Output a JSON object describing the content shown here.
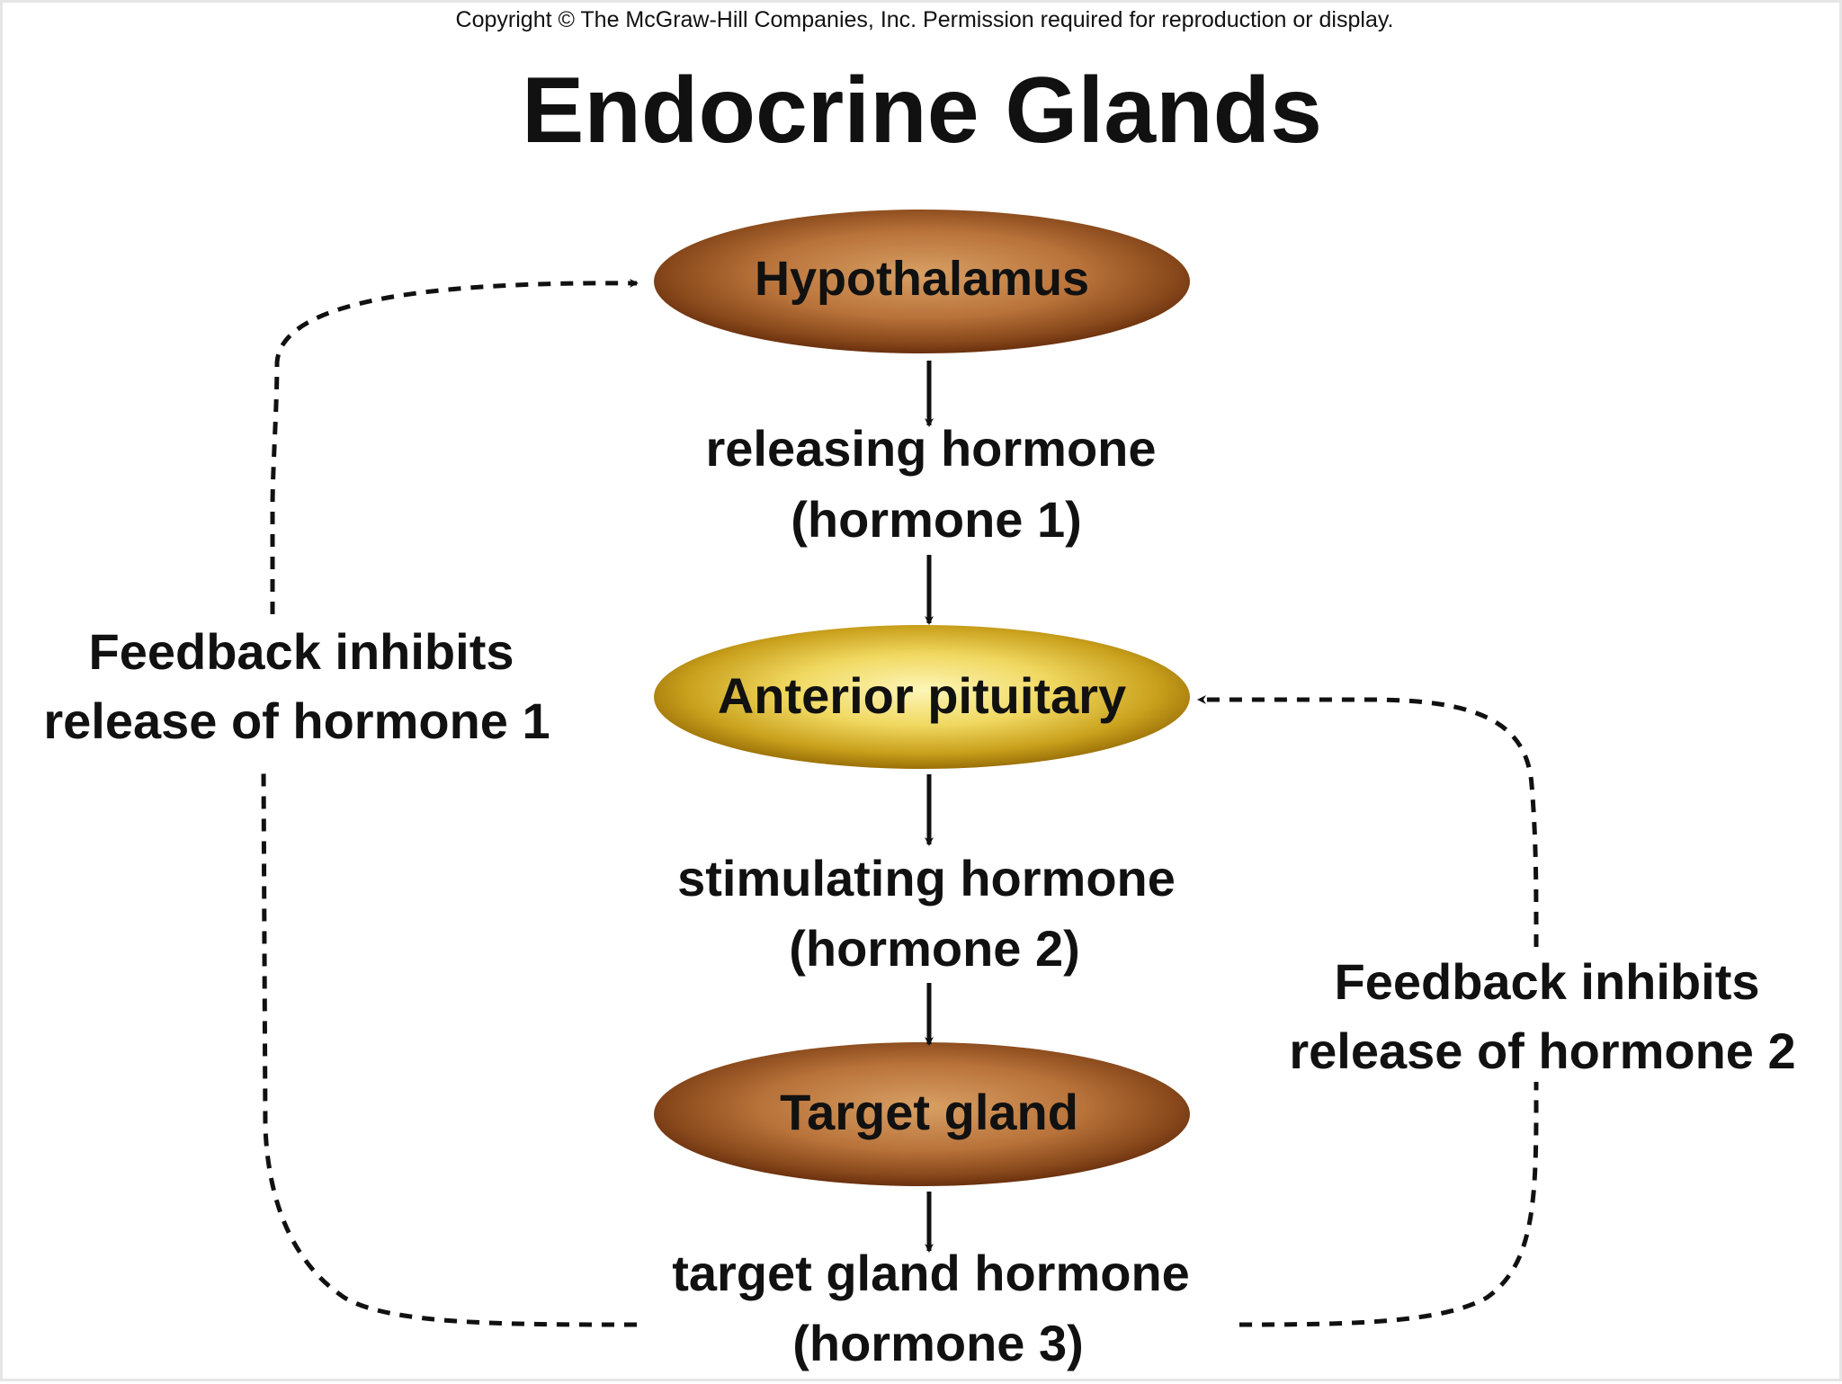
{
  "copyright": "Copyright © The McGraw-Hill Companies, Inc. Permission required for reproduction or display.",
  "title": "Endocrine Glands",
  "nodes": {
    "hypothalamus": "Hypothalamus",
    "anterior_pituitary": "Anterior pituitary",
    "target_gland": "Target gland"
  },
  "hormones": {
    "h1_line1": "releasing hormone",
    "h1_line2": "(hormone 1)",
    "h2_line1": "stimulating hormone",
    "h2_line2": "(hormone 2)",
    "h3_line1": "target gland hormone",
    "h3_line2": "(hormone 3)"
  },
  "feedback": {
    "left_line1": "Feedback inhibits",
    "left_line2": "release of hormone 1",
    "right_line1": "Feedback inhibits",
    "right_line2": "release of hormone 2"
  },
  "colors": {
    "brown_center": "#d59a5c",
    "brown_edge": "#6e3512",
    "gold_center": "#fbf0a0",
    "gold_edge": "#a87a08",
    "ink": "#111111"
  }
}
